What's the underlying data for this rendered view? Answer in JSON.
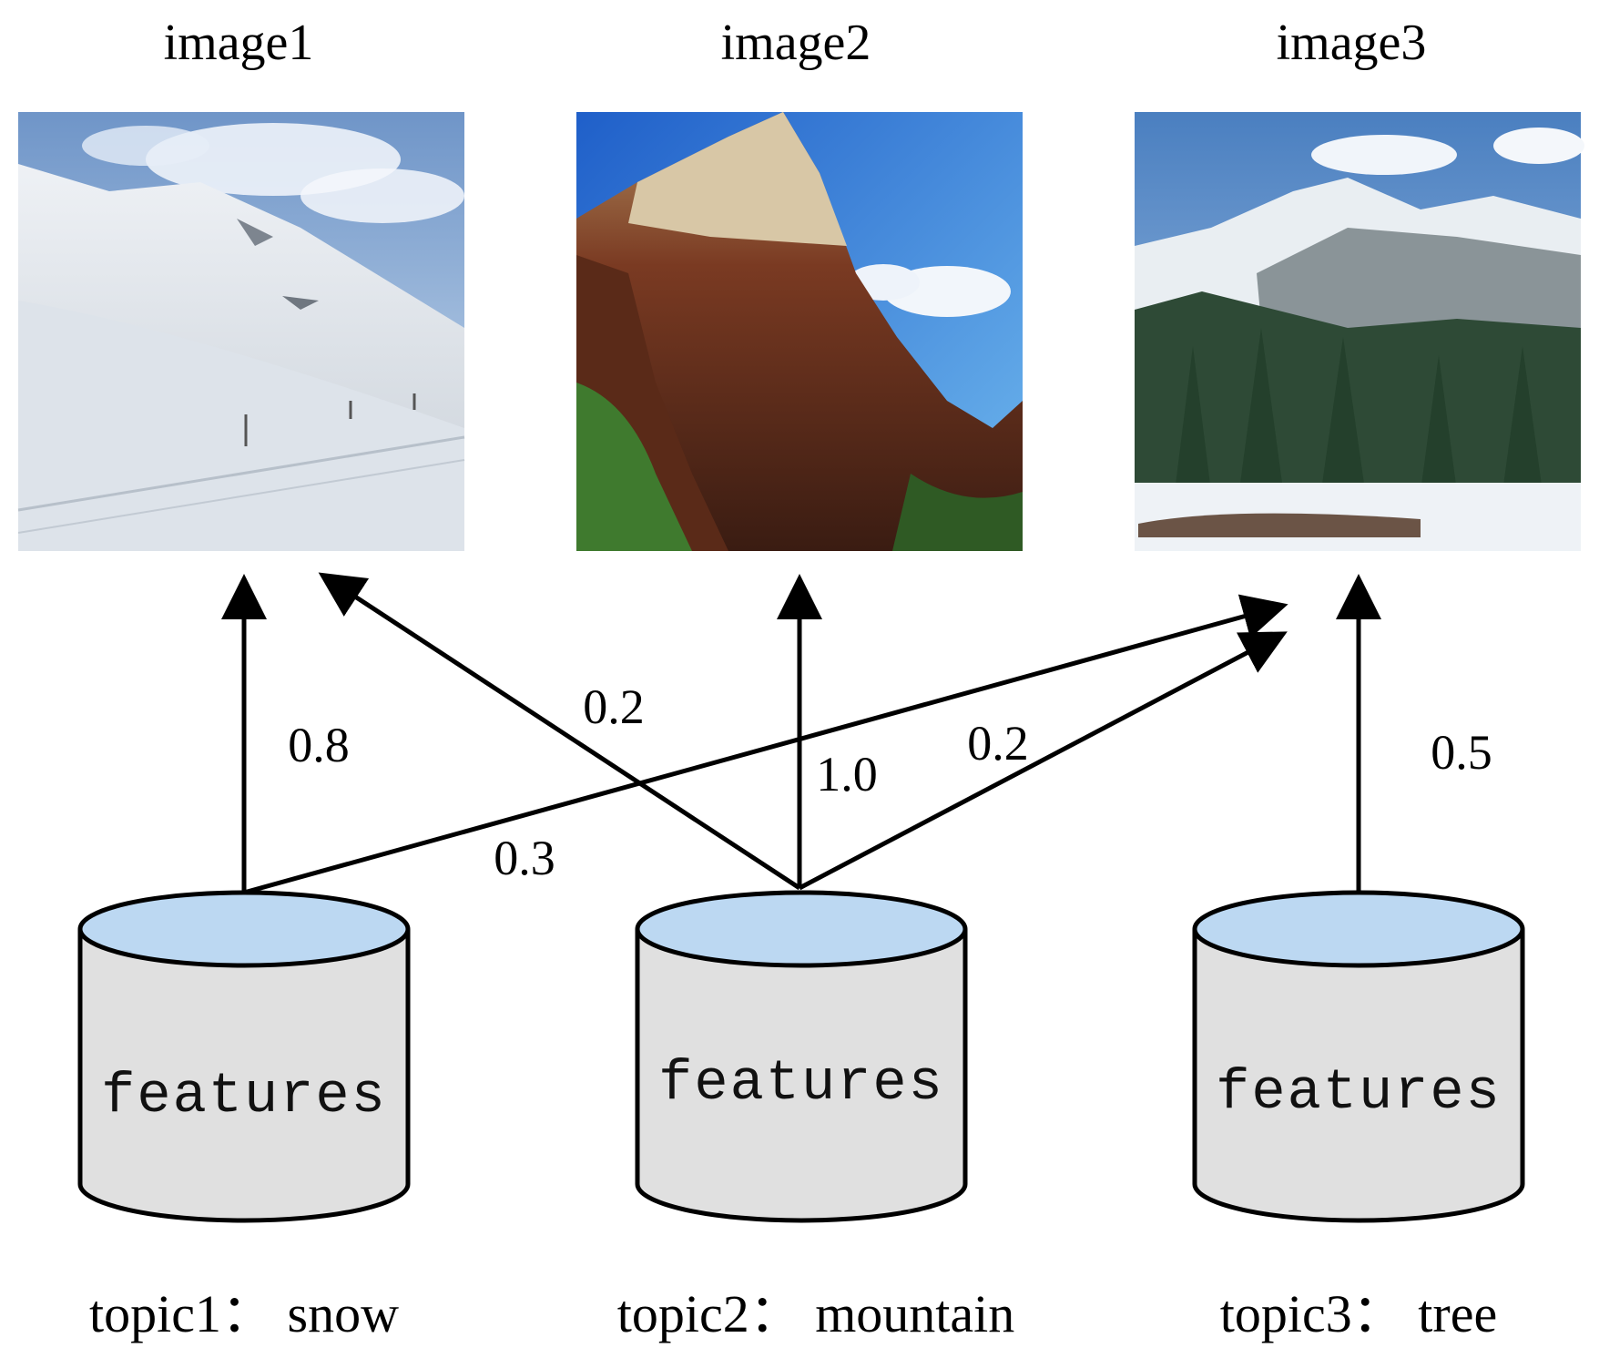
{
  "images": [
    {
      "title": "image1",
      "scene": "snow-field"
    },
    {
      "title": "image2",
      "scene": "mountain-cliff"
    },
    {
      "title": "image3",
      "scene": "snowy-forest"
    }
  ],
  "topics": [
    {
      "label": "topic1： snow",
      "store_label": "features"
    },
    {
      "label": "topic2： mountain",
      "store_label": "features"
    },
    {
      "label": "topic3： tree",
      "store_label": "features"
    }
  ],
  "edges": [
    {
      "from": "topic1",
      "to": "image1",
      "weight": "0.8"
    },
    {
      "from": "topic1",
      "to": "image3",
      "weight": "0.3"
    },
    {
      "from": "topic2",
      "to": "image1",
      "weight": "0.2"
    },
    {
      "from": "topic2",
      "to": "image2",
      "weight": "1.0"
    },
    {
      "from": "topic2",
      "to": "image3",
      "weight": "0.2"
    },
    {
      "from": "topic3",
      "to": "image3",
      "weight": "0.5"
    }
  ],
  "colors": {
    "cylinder_body": "#e0e0e0",
    "cylinder_top": "#bcd8f2",
    "stroke": "#000000"
  }
}
